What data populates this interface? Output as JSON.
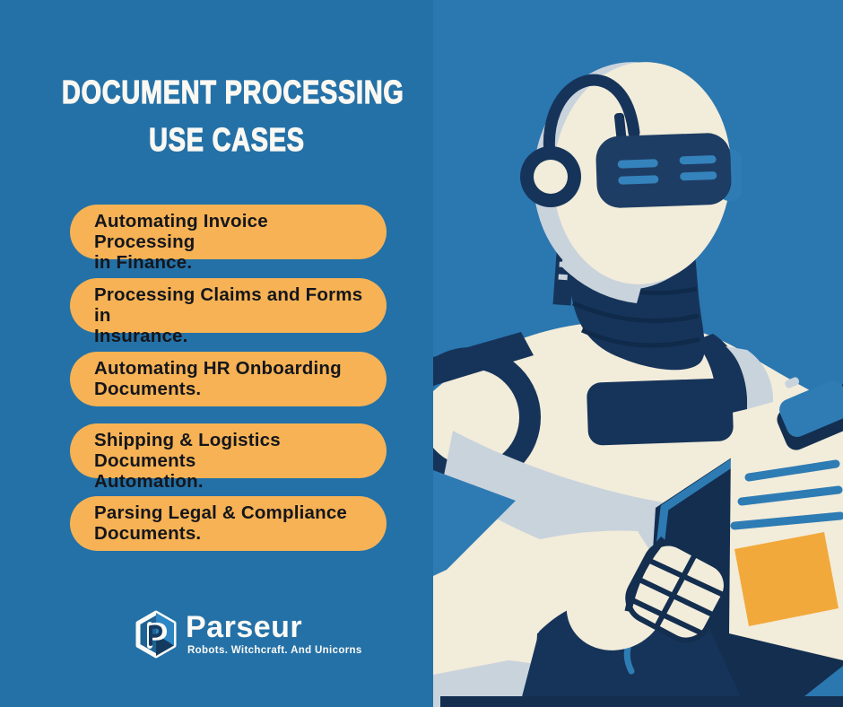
{
  "title": {
    "line1": "DOCUMENT PROCESSING",
    "line2": "USE CASES"
  },
  "use_cases": [
    {
      "line1": "Automating Invoice Processing",
      "line2": "in Finance."
    },
    {
      "line1": "Processing Claims and Forms in",
      "line2": "Insurance."
    },
    {
      "line1": "Automating HR Onboarding",
      "line2": "Documents."
    },
    {
      "line1": "Shipping & Logistics Documents",
      "line2": "Automation."
    },
    {
      "line1": "Parsing Legal & Compliance",
      "line2": "Documents."
    }
  ],
  "logo": {
    "brand": "Parseur",
    "tagline": "Robots. Witchcraft. And Unicorns"
  },
  "illustration": {
    "alt": "robot holding clipboard"
  },
  "colors": {
    "background_left": "#2471A7",
    "background_right": "#2B77B0",
    "pill_orange": "#F6B254",
    "pill_text": "#15161C",
    "title_white": "#FAF8F2",
    "navy": "#16345A",
    "navy_dark": "#132E4F",
    "cream": "#F2ECDA",
    "steel_gray": "#C9D3DC",
    "accent_blue": "#2E7CB4",
    "postit_orange": "#F2A93B"
  }
}
